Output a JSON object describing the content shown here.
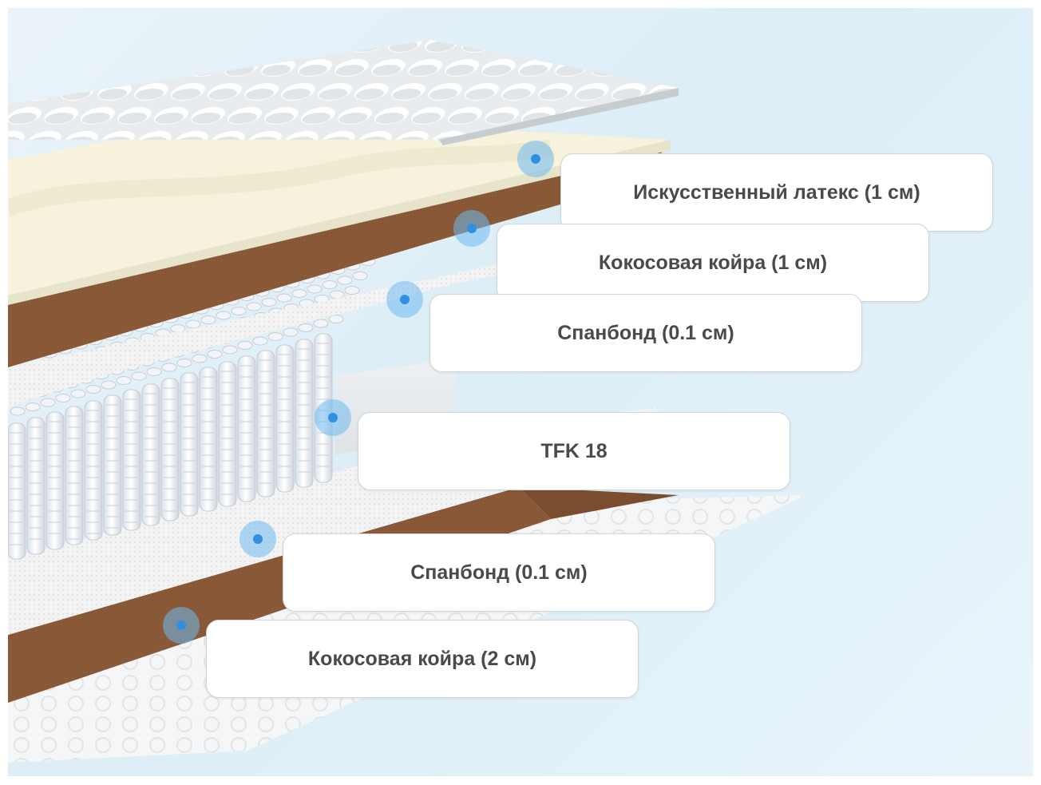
{
  "layers": [
    {
      "label": "Искусственный латекс (1 см)"
    },
    {
      "label": "Кокосовая койра (1 см)"
    },
    {
      "label": "Спанбонд (0.1 см)"
    },
    {
      "label": "TFK 18"
    },
    {
      "label": "Спанбонд (0.1 см)"
    },
    {
      "label": "Кокосовая койра (2 см)"
    }
  ],
  "colors": {
    "coconut": "#8a5a38",
    "latex": "#f6f2dc",
    "spunbond": "#f4f4f4",
    "spring": "#f0f3f7",
    "marker": "#2f8fe0",
    "label_text": "#4a4a4a"
  }
}
